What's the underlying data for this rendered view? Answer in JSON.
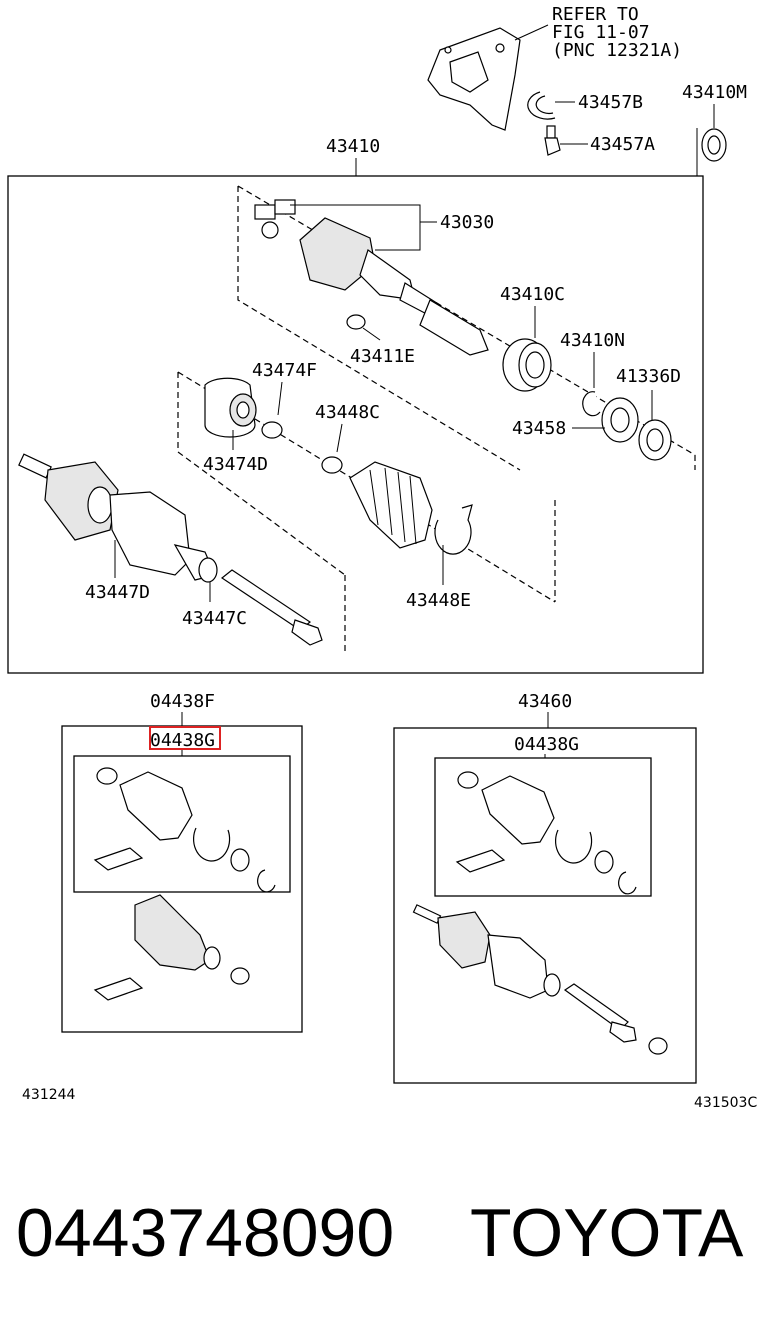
{
  "header": {
    "refer_line1": "REFER TO",
    "refer_line2": "FIG 11-07",
    "refer_line3": "(PNC 12321A)"
  },
  "callouts": {
    "p43457B": "43457B",
    "p43410M": "43410M",
    "p43457A": "43457A",
    "p43410": "43410",
    "p43030": "43030",
    "p43410C": "43410C",
    "p43411E": "43411E",
    "p43410N": "43410N",
    "p43474F": "43474F",
    "p41336D": "41336D",
    "p43448C": "43448C",
    "p43458": "43458",
    "p43474D": "43474D",
    "p43447D": "43447D",
    "p43448E": "43448E",
    "p43447C": "43447C",
    "p04438F": "04438F",
    "p04438G_left": "04438G",
    "p43460": "43460",
    "p04438G_right": "04438G"
  },
  "footer": {
    "code_left": "431244",
    "code_right": "431503C",
    "part_number": "0443748090",
    "brand": "TOYOTA"
  },
  "highlight_color": "#d22222"
}
